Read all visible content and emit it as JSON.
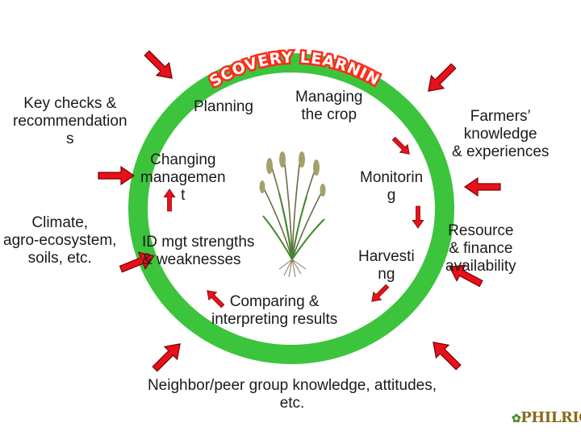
{
  "title": "DISCOVERY LEARNING",
  "cycle_steps": {
    "planning": "Planning",
    "managing": [
      "Managing",
      "the crop"
    ],
    "monitoring": [
      "Monitorin",
      "g"
    ],
    "harvesting": [
      "Harvesti",
      "ng"
    ],
    "comparing": [
      "Comparing &",
      "interpreting results"
    ],
    "changing": [
      "Changing",
      "managemen",
      "t"
    ]
  },
  "center_text": [
    "ID mgt strengths",
    "& weaknesses"
  ],
  "inputs": {
    "key_checks": [
      "Key checks &",
      "recommendation",
      "s"
    ],
    "climate": [
      "Climate,",
      "agro-ecosystem,",
      "soils, etc."
    ],
    "farmers": [
      "Farmers’",
      "knowledge",
      "& experiences"
    ],
    "resource": [
      "Resource",
      "& finance",
      "availability"
    ],
    "neighbor": [
      "Neighbor/peer group knowledge, attitudes,",
      "etc."
    ]
  },
  "logo_text": "PHILRICE",
  "colors": {
    "ring": "#3cc43c",
    "arrow": "#e8101a",
    "arrow_edge": "#7a0000",
    "title_outline": "#ff2a1a"
  }
}
